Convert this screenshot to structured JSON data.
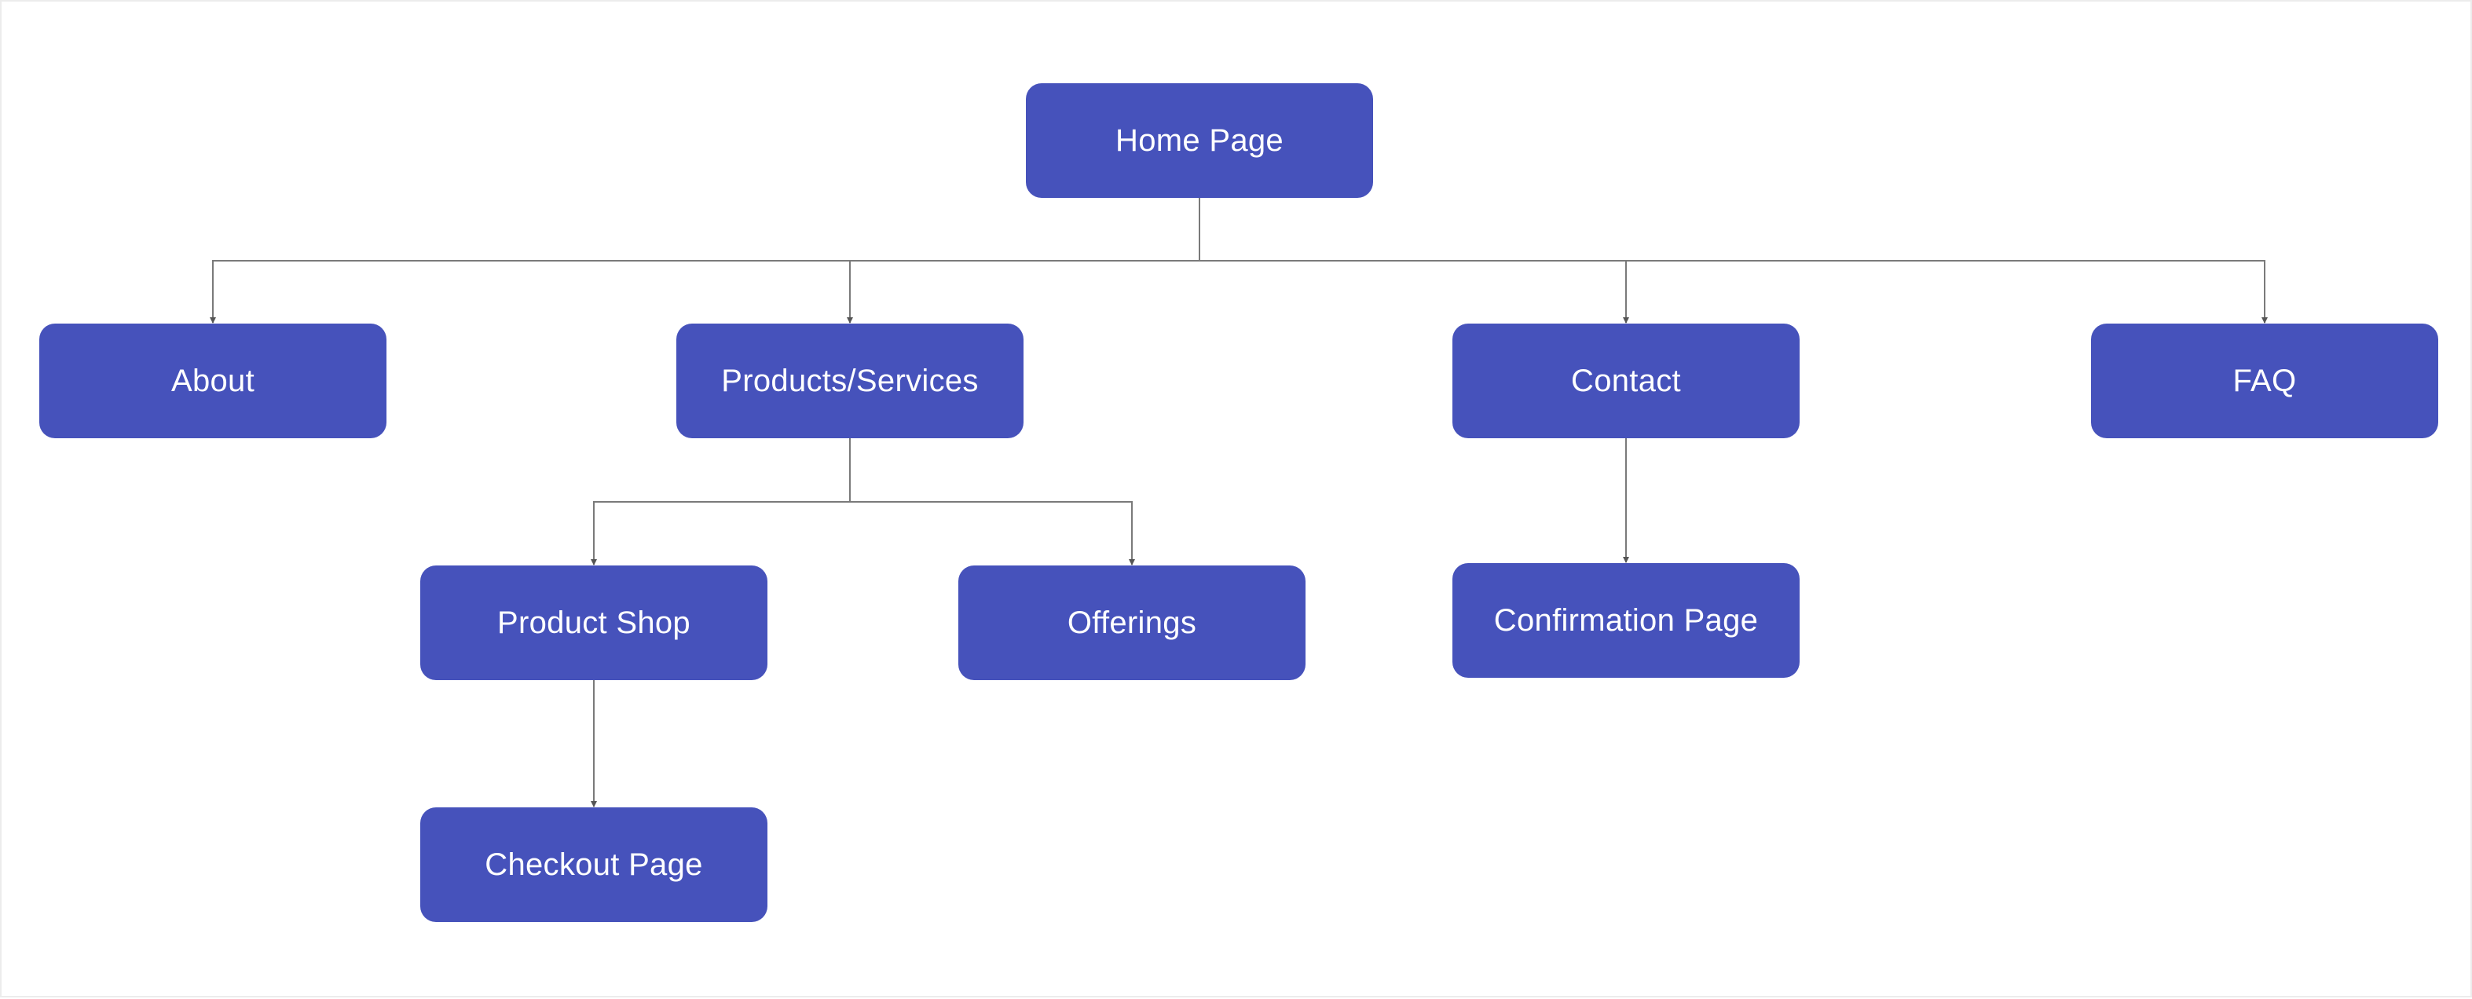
{
  "theme": {
    "node_color": "#4652bb",
    "node_text_color": "#ffffff",
    "connector_color": "#7a7a7a"
  },
  "nodes": {
    "home": "Home Page",
    "about": "About",
    "products": "Products/Services",
    "contact": "Contact",
    "faq": "FAQ",
    "product_shop": "Product Shop",
    "offerings": "Offerings",
    "confirmation": "Confirmation Page",
    "checkout": "Checkout Page"
  },
  "edges": [
    [
      "home",
      "about"
    ],
    [
      "home",
      "products"
    ],
    [
      "home",
      "contact"
    ],
    [
      "home",
      "faq"
    ],
    [
      "products",
      "product_shop"
    ],
    [
      "products",
      "offerings"
    ],
    [
      "contact",
      "confirmation"
    ],
    [
      "product_shop",
      "checkout"
    ]
  ]
}
